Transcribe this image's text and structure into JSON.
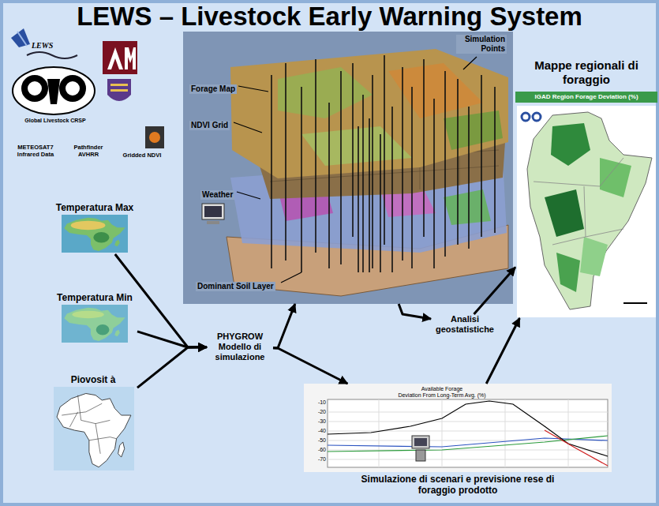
{
  "diagram": {
    "title": "LEWS – Livestock Early Warning System",
    "nodes": [
      {
        "text": [
          "Temperatura Max"
        ]
      },
      {
        "text": [
          "Temperatura Min"
        ]
      },
      {
        "text": [
          "Piovosit à"
        ]
      },
      {
        "text": [
          "PHYGROW",
          "Modello di simulazione"
        ]
      },
      {
        "text": [
          "Simulation Points",
          "Forage Map",
          "NDVI Grid",
          "Weather",
          "Dominant Soil Layer"
        ]
      },
      {
        "text": [
          "Simulazione di scenari e previsione rese di foraggio prodotto"
        ]
      },
      {
        "text": [
          "Analisi geostatistiche"
        ]
      },
      {
        "text": [
          "Mappe regionali di foraggio",
          "IGAD Region Forage Deviation (%)"
        ]
      }
    ],
    "edges": [
      {
        "from": 0,
        "to": 3,
        "arrow": "to"
      },
      {
        "from": 1,
        "to": 3,
        "arrow": "to"
      },
      {
        "from": 2,
        "to": 3,
        "arrow": "to"
      },
      {
        "from": 3,
        "to": 4,
        "arrow": "to"
      },
      {
        "from": 3,
        "to": 5,
        "arrow": "to"
      },
      {
        "from": 4,
        "to": 6,
        "arrow": "to"
      },
      {
        "from": 5,
        "to": 7,
        "arrow": "to"
      },
      {
        "from": 6,
        "to": 7,
        "arrow": "to"
      }
    ],
    "labels": [
      "LEWS",
      "Global Livestock CRSP",
      "METEOSAT7 Infrared Data",
      "Pathfinder AVHRR",
      "Gridded NDVI",
      "Available Forage",
      "Deviation From Long-Term Avg. (%)",
      "-10",
      "-20",
      "-30",
      "-40",
      "-50",
      "-60",
      "-70"
    ]
  }
}
